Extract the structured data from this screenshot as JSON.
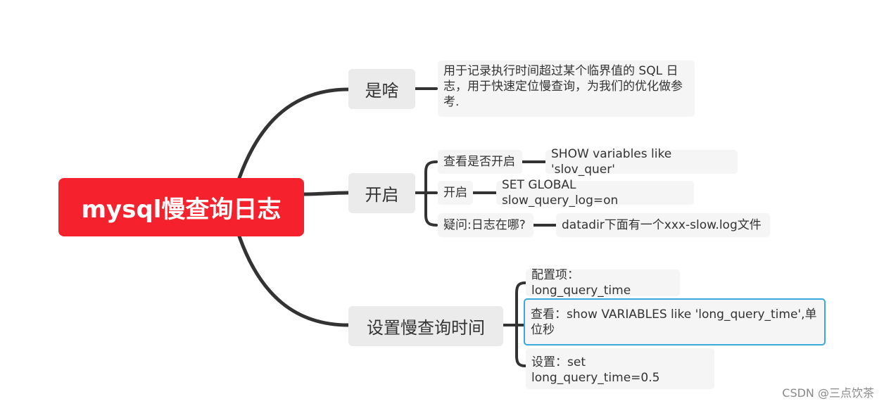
{
  "root": {
    "label": "mysql慢查询日志"
  },
  "branches": [
    {
      "label": "是啥",
      "children": [
        {
          "label": "用于记录执行时间超过某个临界值的 SQL 日志，用于快速定位慢查询，为我们的优化做参考."
        }
      ]
    },
    {
      "label": "开启",
      "children": [
        {
          "label": "查看是否开启",
          "child": "SHOW variables like 'slov_quer'"
        },
        {
          "label": "开启",
          "child": "SET GLOBAL slow_query_log=on"
        },
        {
          "label": "疑问:日志在哪?",
          "child": "datadir下面有一个xxx-slow.log文件"
        }
      ]
    },
    {
      "label": "设置慢查询时间",
      "children": [
        {
          "label": "配置项：long_query_time"
        },
        {
          "label": "查看：show VARIABLES like 'long_query_time',单位秒"
        },
        {
          "label": "设置：set long_query_time=0.5"
        }
      ]
    }
  ],
  "watermark": "CSDN @三点饮茶",
  "colors": {
    "root": "#f5212d",
    "branch_bg": "#ebebeb",
    "leaf_bg": "#f5f5f5",
    "line": "#333333",
    "selection": "#3aa9e0"
  }
}
